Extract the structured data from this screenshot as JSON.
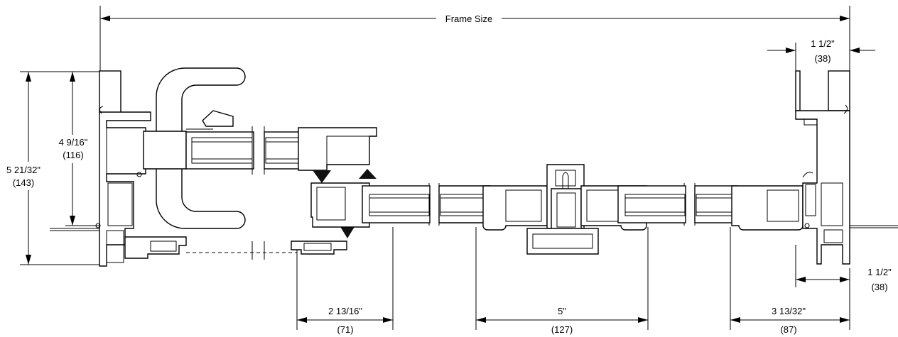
{
  "drawing": {
    "frame_size": "Frame Size",
    "dimensions": [
      {
        "id": "frame-depth",
        "imperial": "5 21/32\"",
        "metric": "(143)"
      },
      {
        "id": "frame-inner-depth",
        "imperial": "4 9/16\"",
        "metric": "(116)"
      },
      {
        "id": "jamb-width-top",
        "imperial": "1 1/2\"",
        "metric": "(38)"
      },
      {
        "id": "jamb-width-bottom",
        "imperial": "1 1/2\"",
        "metric": "(38)"
      },
      {
        "id": "sash-left",
        "imperial": "2 13/16\"",
        "metric": "(71)"
      },
      {
        "id": "center-mullion",
        "imperial": "5\"",
        "metric": "(127)"
      },
      {
        "id": "sash-right",
        "imperial": "3 13/32\"",
        "metric": "(87)"
      }
    ]
  },
  "colors": {
    "line": "#000000",
    "background": "#ffffff",
    "brush": "#111111"
  }
}
